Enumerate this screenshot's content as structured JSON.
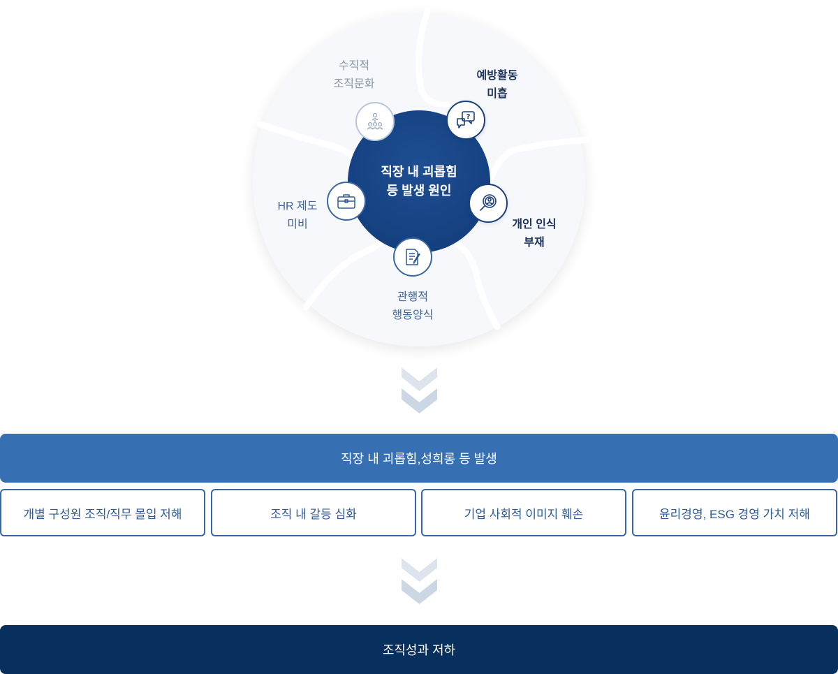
{
  "center": {
    "line1": "직장 내 괴롭힘",
    "line2": "등 발생 원인"
  },
  "causes": [
    {
      "id": "vertical",
      "line1": "수직적",
      "line2": "조직문화",
      "icon": "people-hierarchy-icon"
    },
    {
      "id": "prevention",
      "line1": "예방활동",
      "line2": "미흡",
      "icon": "speech-question-icon"
    },
    {
      "id": "awareness",
      "line1": "개인 인식",
      "line2": "부재",
      "icon": "magnifier-person-icon"
    },
    {
      "id": "customary",
      "line1": "관행적",
      "line2": "행동양식",
      "icon": "document-pen-icon"
    },
    {
      "id": "hr",
      "line1": "HR 제도",
      "line2": "미비",
      "icon": "briefcase-icon"
    }
  ],
  "result_bar": "직장 내 괴롭힘,성희롱 등 발생",
  "effects": [
    "개별 구성원 조직/직무 몰입 저해",
    "조직 내 갈등 심화",
    "기업 사회적 이미지 훼손",
    "윤리경영, ESG 경영 가치 저해"
  ],
  "final_bar": "조직성과 저하",
  "colors": {
    "center": "#164283",
    "ring": "#f6f8fb",
    "result_bar": "#3670b2",
    "final_bar": "#08305f",
    "effect_border": "#3668a8",
    "chevron": "#d3dce8"
  }
}
